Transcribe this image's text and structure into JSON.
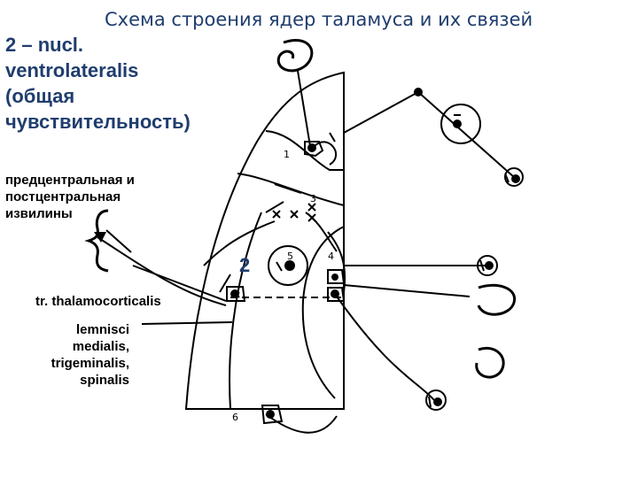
{
  "title": "Схема строения ядер таламуса и их связей",
  "heading_lines": [
    "2 – nucl.",
    "ventrolateralis",
    "(общая",
    "чувствительность)"
  ],
  "gyri_lines": [
    "предцентральная и",
    "постцентральная",
    "извилины"
  ],
  "tract_label": "tr. thalamocorticalis",
  "lemnisci_lines": [
    "lemnisci",
    "medialis,",
    "trigeminalis,",
    "spinalis"
  ],
  "nucleus_numbers": {
    "n1": "1",
    "n2": "2",
    "n3": "3",
    "n4": "4",
    "n5": "5",
    "n6": "6"
  },
  "colors": {
    "title": "#1f3d6e",
    "lines": "#000000"
  }
}
